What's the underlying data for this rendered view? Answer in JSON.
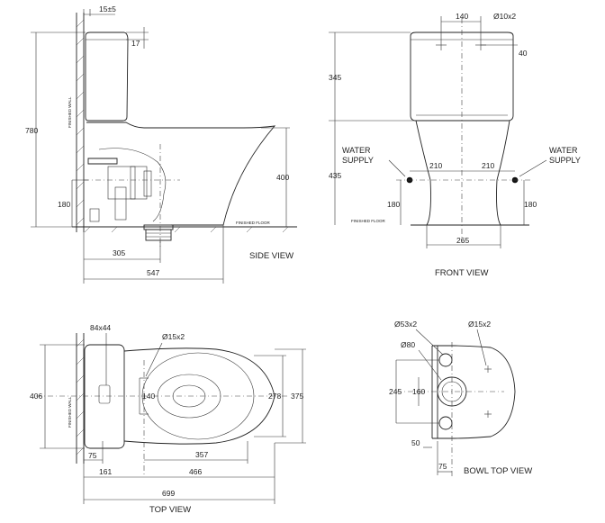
{
  "side_view": {
    "title": "SIDE VIEW",
    "wall_label": "FINISHED WALL",
    "floor_label": "FINISHED FLOOR",
    "dims": {
      "top_gap": "15±5",
      "lid": "17",
      "height": "780",
      "supply_h": "180",
      "bowl_h": "400",
      "outlet": "305",
      "depth": "547"
    }
  },
  "front_view": {
    "title": "FRONT VIEW",
    "water_supply": "WATER\nSUPPLY",
    "floor_label": "FINISHED FLOOR",
    "dims": {
      "hole_spacing": "140",
      "hole": "Ø10x2",
      "hole_offset": "40",
      "tank_h": "345",
      "bowl_h": "435",
      "left_offset": "210",
      "right_offset": "210",
      "left_supply_h": "180",
      "right_supply_h": "180",
      "base_w": "265"
    }
  },
  "top_view": {
    "title": "TOP VIEW",
    "wall_label": "FINISHED WALL",
    "dims": {
      "button": "84x44",
      "fix": "Ø15x2",
      "width": "406",
      "fix_spacing": "140",
      "seat_w": "278",
      "bowl_w": "375",
      "d75": "75",
      "d161": "161",
      "d357": "357",
      "d466": "466",
      "d699": "699"
    }
  },
  "bowl_top_view": {
    "title": "BOWL TOP VIEW",
    "dims": {
      "d53": "Ø53x2",
      "d15": "Ø15x2",
      "d80": "Ø80",
      "d245": "245",
      "d160": "160",
      "d50": "50",
      "d75": "75"
    }
  }
}
